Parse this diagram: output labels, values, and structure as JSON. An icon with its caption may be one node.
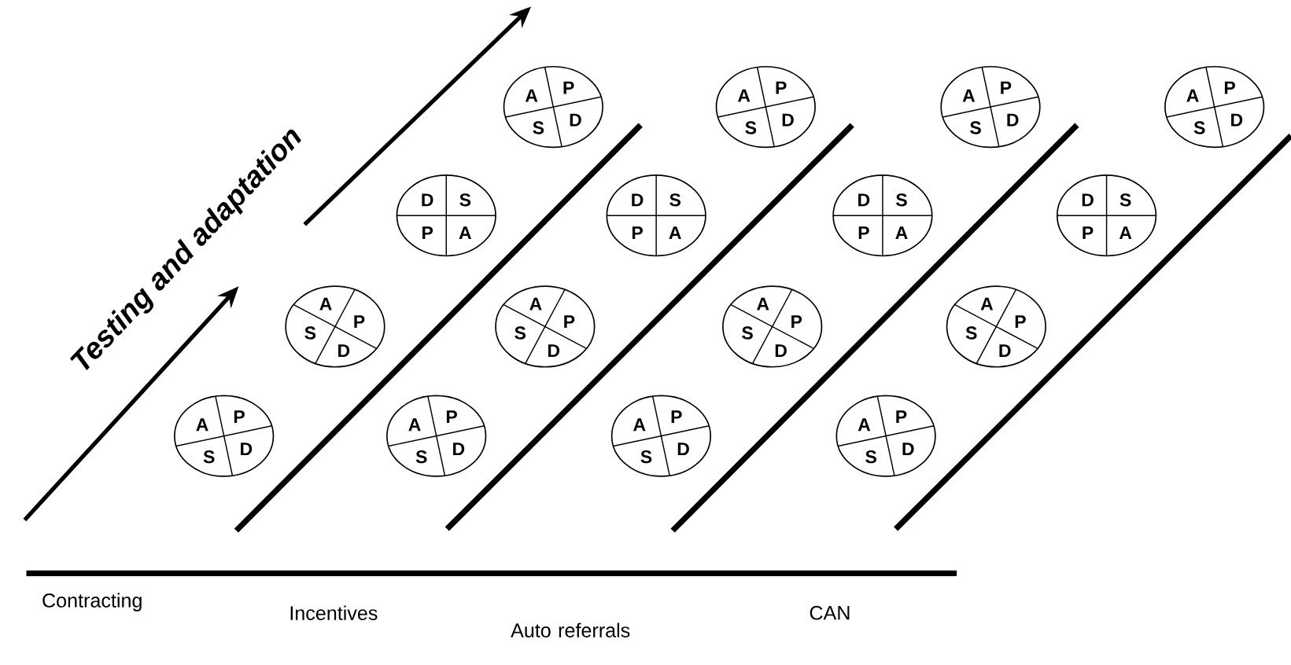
{
  "diagram": {
    "nodes": [
      {
        "text": [
          "A",
          "P",
          "S",
          "D"
        ]
      },
      {
        "text": [
          "A",
          "P",
          "S",
          "D"
        ]
      },
      {
        "text": [
          "D",
          "S",
          "P",
          "A"
        ]
      },
      {
        "text": [
          "A",
          "P",
          "S",
          "D"
        ]
      },
      {
        "text": [
          "A",
          "P",
          "S",
          "D"
        ]
      },
      {
        "text": [
          "A",
          "P",
          "S",
          "D"
        ]
      },
      {
        "text": [
          "D",
          "S",
          "P",
          "A"
        ]
      },
      {
        "text": [
          "A",
          "P",
          "S",
          "D"
        ]
      },
      {
        "text": [
          "A",
          "P",
          "S",
          "D"
        ]
      },
      {
        "text": [
          "A",
          "P",
          "S",
          "D"
        ]
      },
      {
        "text": [
          "D",
          "S",
          "P",
          "A"
        ]
      },
      {
        "text": [
          "A",
          "P",
          "S",
          "D"
        ]
      },
      {
        "text": [
          "A",
          "P",
          "S",
          "D"
        ]
      },
      {
        "text": [
          "A",
          "P",
          "S",
          "D"
        ]
      },
      {
        "text": [
          "D",
          "S",
          "P",
          "A"
        ]
      },
      {
        "text": [
          "A",
          "P",
          "S",
          "D"
        ]
      }
    ],
    "labels": [
      "Testing and adaptation",
      "Contracting",
      "Incentives",
      "Auto referrals",
      "CAN"
    ]
  }
}
